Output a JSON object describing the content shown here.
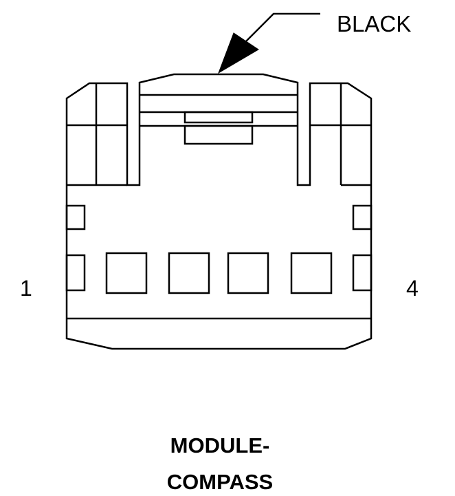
{
  "diagram": {
    "wire_color_label": "BLACK",
    "pin_left_label": "1",
    "pin_right_label": "4",
    "title_line_1": "MODULE-",
    "title_line_2": "COMPASS"
  },
  "colors": {
    "line": "#000000",
    "background": "#ffffff"
  }
}
